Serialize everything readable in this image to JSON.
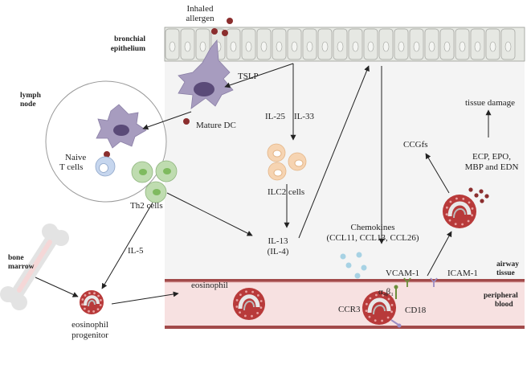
{
  "labels": {
    "inhaled_allergen_1": "Inhaled",
    "inhaled_allergen_2": "allergen",
    "bronchial_epithelium_1": "bronchial",
    "bronchial_epithelium_2": "epithelium",
    "lymph_node_1": "lymph",
    "lymph_node_2": "node",
    "tslp": "TSLP",
    "mature_dc": "Mature DC",
    "il25": "IL-25",
    "il33": "IL-33",
    "tissue_damage": "tissue damage",
    "ccgfs": "CCGfs",
    "ecp_1": "ECP, EPO,",
    "ecp_2": "MBP and EDN",
    "naive_t_1": "Naive",
    "naive_t_2": "T cells",
    "th2_cells": "Th2 cells",
    "ilc2_cells": "ILC2 cells",
    "chemokines_1": "Chemokines",
    "chemokines_2": "(CCL11, CCL13, CCL26)",
    "il13": "IL-13",
    "il4": "(IL-4)",
    "bone_marrow_1": "bone",
    "bone_marrow_2": "marrow",
    "il5": "IL-5",
    "vcam1": "VCAM-1",
    "icam1": "ICAM-1",
    "airway_tissue_1": "airway",
    "airway_tissue_2": "tissue",
    "alpha4beta1": "α₄β₁",
    "ccr3": "CCR3",
    "cd18": "CD18",
    "peripheral_blood_1": "peripheral",
    "peripheral_blood_2": "blood",
    "eosinophil": "eosinophil",
    "eos_progenitor_1": "eosinophil",
    "eos_progenitor_2": "progenitor"
  },
  "colors": {
    "tissue_bg": "#f4f4f4",
    "epithelium": "#e6e8e3",
    "vessel": "#f7e1e1",
    "vessel_wall": "#a24a4a",
    "dc": "#a79cbf",
    "nucleus": "#5a4a78",
    "th2": "#bfdcb0",
    "ilc2": "#f6d4b2",
    "eosinophil": "#b83a3a",
    "allergen": "#8b2e2e",
    "chemokine": "#a7d2e4",
    "arrow": "#222222"
  }
}
